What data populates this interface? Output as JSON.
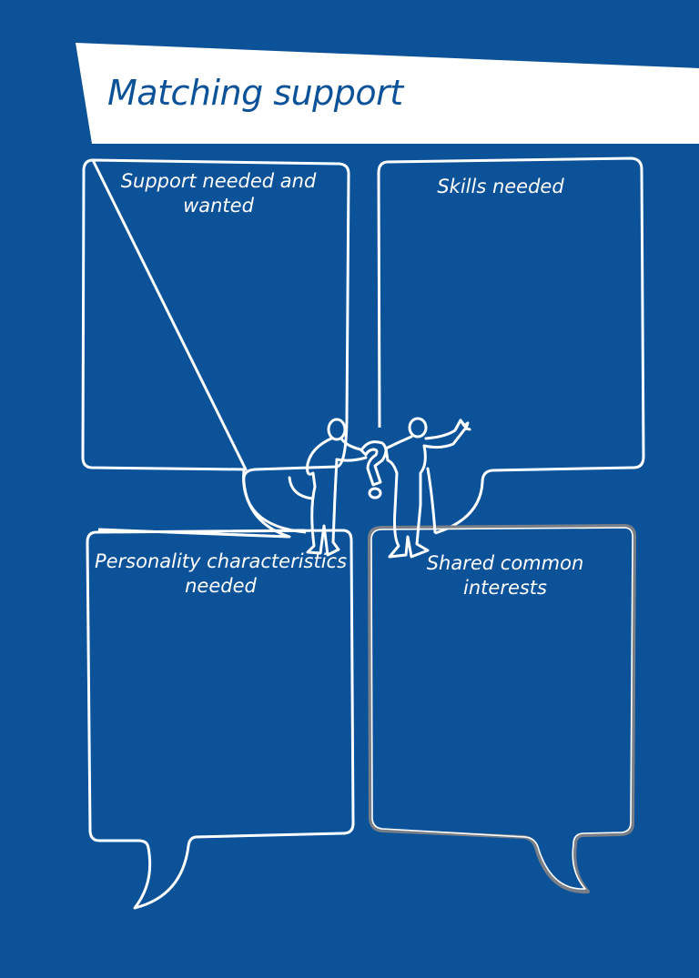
{
  "banner": {
    "title": "Matching support"
  },
  "boxes": [
    {
      "label": "Support needed and wanted",
      "position": "top-left"
    },
    {
      "label": "Skills needed",
      "position": "top-right"
    },
    {
      "label": "Personality characteristics needed",
      "position": "bottom-left"
    },
    {
      "label": "Shared common interests",
      "position": "bottom-right"
    }
  ],
  "illustration": {
    "description": "Two figures sitting between speech bubbles, one holding a question mark, the other waving"
  },
  "colors": {
    "background": "#0c5299",
    "banner": "#ffffff",
    "outline": "#ffffff",
    "accent_outline": "#7a7f87"
  }
}
